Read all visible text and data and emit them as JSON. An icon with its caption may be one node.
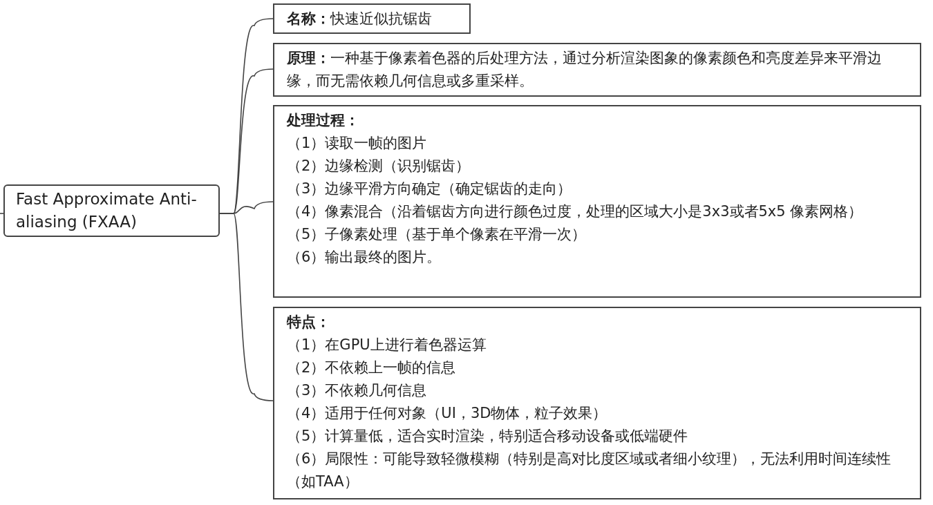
{
  "diagram": {
    "nodes": [
      {
        "text": [
          "Fast Approximate Anti-aliasing (FXAA)"
        ]
      },
      {
        "text": [
          "**名称：**快速近似抗锯齿"
        ]
      },
      {
        "text": [
          "**原理：**一种基于像素着色器的后处理方法，通过分析渲染图象的像素颜色和亮度差异来平滑边缘，而无需依赖几何信息或多重采样。"
        ]
      },
      {
        "text": [
          "处理过程：",
          "（1）读取一帧的图片",
          "（2）边缘检测（识别锯齿）",
          "（3）边缘平滑方向确定（确定锯齿的走向）",
          "（4）像素混合（沿着锯齿方向进行颜色过度，处理的区域大小是3x3或者5x5 像素网格）",
          "（5）子像素处理（基于单个像素在平滑一次）",
          "（6）输出最终的图片。"
        ]
      },
      {
        "text": [
          "特点：",
          "（1）在GPU上进行着色器运算",
          "（2）不依赖上一帧的信息",
          "（3）不依赖几何信息",
          "（4）适用于任何对象（UI，3D物体，粒子效果）",
          "（5）计算量低，适合实时渲染，特别适合移动设备或低端硬件",
          "（6）局限性：可能导致轻微模糊（特别是高对比度区域或者细小纹理），无法利用时间连续性（如TAA）"
        ]
      }
    ],
    "edges": [
      {
        "from": null,
        "to": 0,
        "arrow": "none"
      },
      {
        "from": 0,
        "to": 1,
        "arrow": "none"
      },
      {
        "from": 0,
        "to": 2,
        "arrow": "none"
      },
      {
        "from": 0,
        "to": 3,
        "arrow": "none"
      },
      {
        "from": 0,
        "to": 4,
        "arrow": "none"
      }
    ]
  }
}
